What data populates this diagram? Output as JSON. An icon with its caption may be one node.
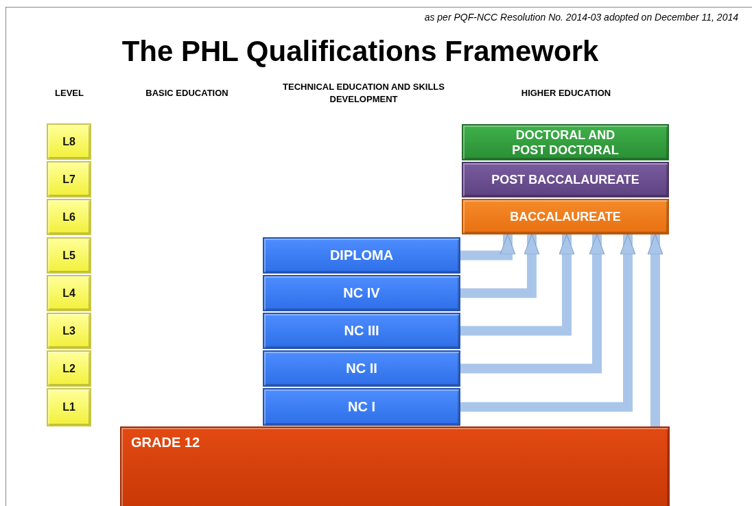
{
  "diagram": {
    "title": "The PHL Qualifications Framework",
    "nodes": [
      {
        "text": [
          "L8"
        ]
      },
      {
        "text": [
          "L7"
        ]
      },
      {
        "text": [
          "L6"
        ]
      },
      {
        "text": [
          "L5"
        ]
      },
      {
        "text": [
          "L4"
        ]
      },
      {
        "text": [
          "L3"
        ]
      },
      {
        "text": [
          "L2"
        ]
      },
      {
        "text": [
          "L1"
        ]
      },
      {
        "text": [
          "DOCTORAL AND POST DOCTORAL"
        ]
      },
      {
        "text": [
          "POST BACCALAUREATE"
        ]
      },
      {
        "text": [
          "BACCALAUREATE"
        ]
      },
      {
        "text": [
          "DIPLOMA"
        ]
      },
      {
        "text": [
          "NC IV"
        ]
      },
      {
        "text": [
          "NC III"
        ]
      },
      {
        "text": [
          "NC II"
        ]
      },
      {
        "text": [
          "NC I"
        ]
      },
      {
        "text": [
          "GRADE 12"
        ]
      }
    ],
    "edges": [
      {
        "from": 11,
        "to": 10,
        "arrow": "to"
      },
      {
        "from": 12,
        "to": 10,
        "arrow": "to"
      },
      {
        "from": 13,
        "to": 10,
        "arrow": "to"
      },
      {
        "from": 14,
        "to": 10,
        "arrow": "to"
      },
      {
        "from": 15,
        "to": 10,
        "arrow": "to"
      },
      {
        "from": 16,
        "to": 10,
        "arrow": "to"
      }
    ],
    "labels": [
      "as per PQF-NCC Resolution No. 2014-03 adopted on December 11, 2014",
      "LEVEL",
      "BASIC EDUCATION",
      "TECHNICAL EDUCATION AND SKILLS DEVELOPMENT",
      "HIGHER EDUCATION"
    ]
  }
}
